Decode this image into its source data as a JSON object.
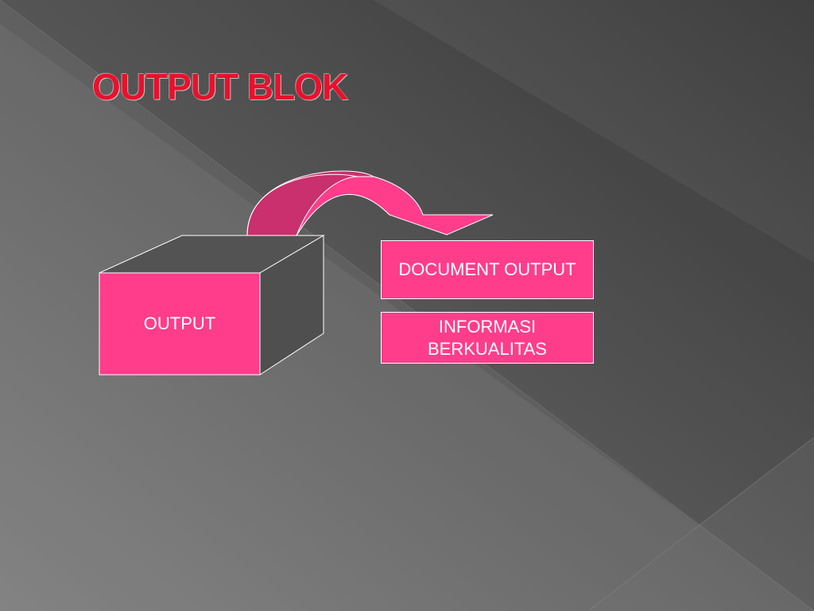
{
  "slide": {
    "title": "OUTPUT BLOK"
  },
  "diagram": {
    "cube_label": "OUTPUT",
    "boxes": [
      {
        "label": "DOCUMENT OUTPUT"
      },
      {
        "label": "INFORMASI\nBERKUALITAS"
      }
    ]
  },
  "colors": {
    "accent_pink": "#ff3d8b",
    "cube_side": "#4f4f4f",
    "arrow_dark": "#c9306d",
    "title_red": "#e8112d",
    "background": "#4a4a4a"
  }
}
